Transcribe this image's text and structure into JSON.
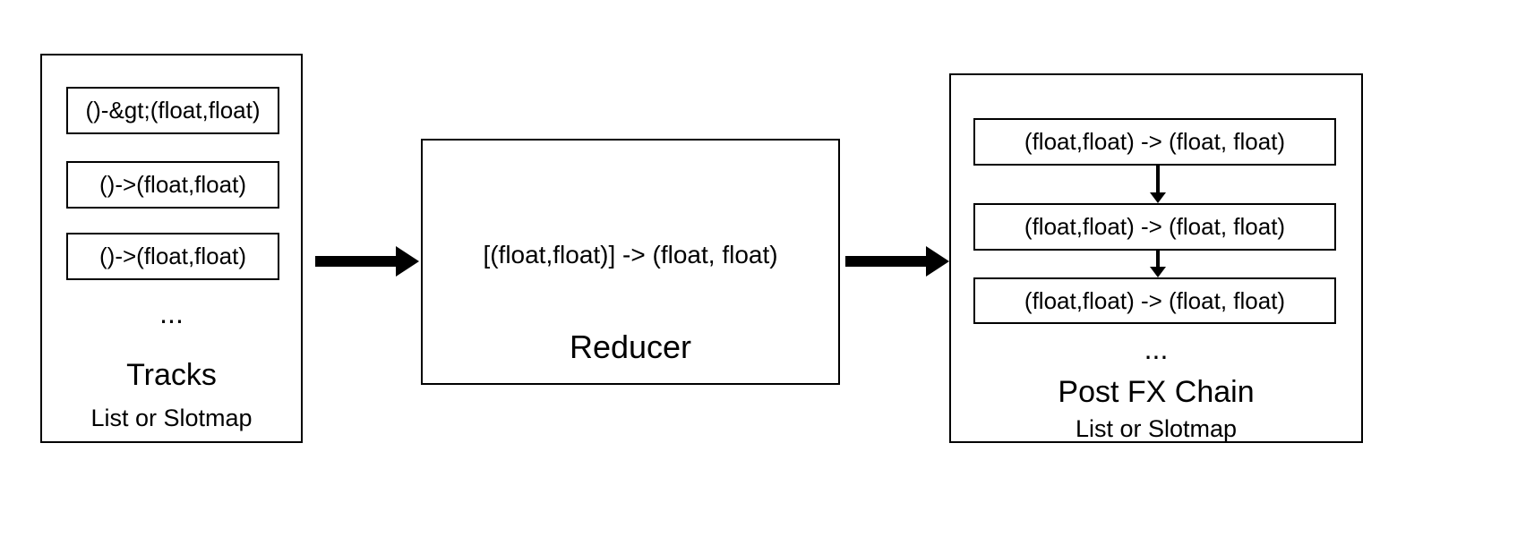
{
  "tracks": {
    "title": "Tracks",
    "subtitle": "List or Slotmap",
    "ellipsis": "...",
    "items": [
      "()-&gt;(float,float)",
      "()->(float,float)",
      "()->(float,float)"
    ]
  },
  "reducer": {
    "signature": "[(float,float)] -> (float, float)",
    "title": "Reducer"
  },
  "postfx": {
    "title": "Post FX Chain",
    "subtitle": "List or Slotmap",
    "ellipsis": "...",
    "items": [
      "(float,float) -> (float, float)",
      "(float,float) -> (float, float)",
      "(float,float) -> (float, float)"
    ]
  }
}
